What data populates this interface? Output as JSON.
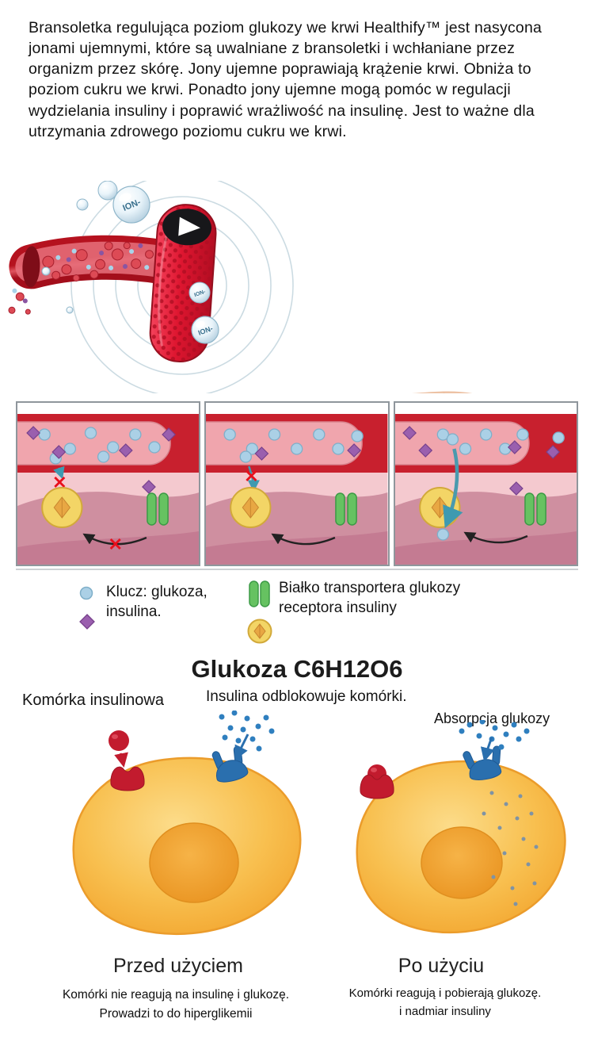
{
  "colors": {
    "bracelet_red": "#de1630",
    "vessel_red": "#c8202e",
    "vessel_pink": "#f0a5ad",
    "glucose_blue": "#abd0e6",
    "insulin_purple": "#9a5fae",
    "transporter_green": "#66c261",
    "receptor_yellow": "#f3d566",
    "cell_orange": "#f2a32c",
    "membrane_pink": "#f4c9cf",
    "cell_interior_mauve": "#cf8fa0",
    "accent_red": "#c21b2e",
    "accent_blue": "#2a6fae",
    "text": "#121212"
  },
  "intro": {
    "text": "Bransoletka regulująca poziom glukozy we krwi Healthify™ jest nasycona jonami ujemnymi, które są uwalniane z bransoletki i wchłaniane przez organizm przez skórę. Jony ujemne poprawiają krążenie krwi. Obniża to poziom cukru we krwi. Ponadto jony ujemne mogą pomóc w regulacji wydzielania insuliny i poprawić wrażliwość na insulinę. Jest to ważne dla utrzymania zdrowego poziomu cukru we krwi."
  },
  "bracelet_figure": {
    "ion_label": "ION-"
  },
  "legend": {
    "key_label": "Klucz: glukoza, insulina.",
    "transporter_label": "Białko transportera glukozy receptora insuliny"
  },
  "glucose_section": {
    "title": "Glukoza C6H12O6",
    "labels": {
      "insulin_cell": "Komórka insulinowa",
      "insulin_unlocks": "Insulina odblokowuje komórki.",
      "glucose_absorption": "Absorpcja glukozy"
    },
    "before": {
      "title": "Przed użyciem",
      "caption_line1": "Komórki nie reagują na insulinę i glukozę.",
      "caption_line2": "Prowadzi to do hiperglikemii"
    },
    "after": {
      "title": "Po użyciu",
      "caption_line1": "Komórki reagują i pobierają glukozę.",
      "caption_line2": "i nadmiar insuliny"
    }
  }
}
